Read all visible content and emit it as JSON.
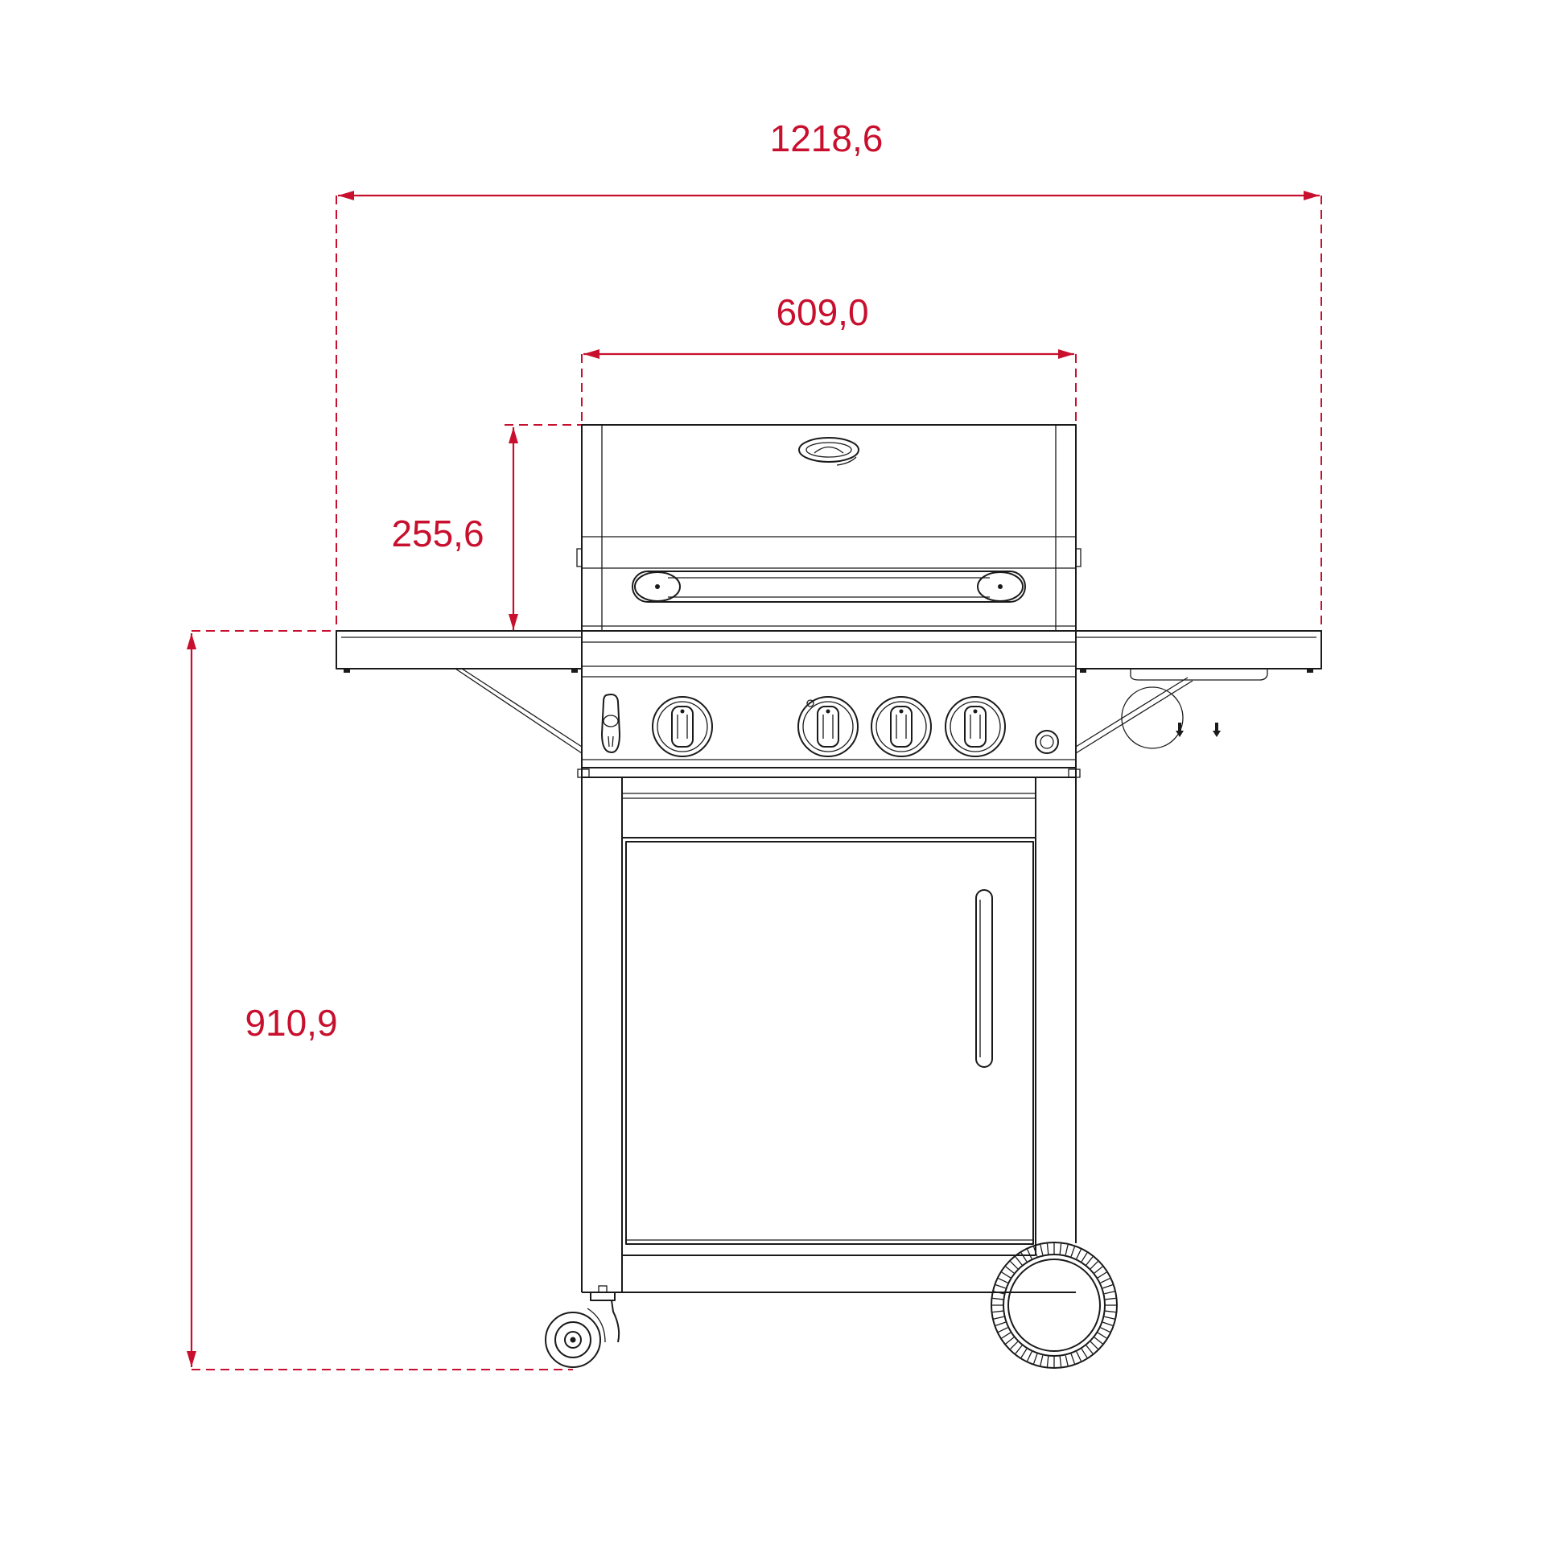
{
  "dimensions": {
    "overall_width": "1218,6",
    "body_width": "609,0",
    "lid_height": "255,6",
    "worktop_height": "910,9"
  },
  "colors": {
    "dimension": "#c8102e",
    "outline": "#1a1a1a"
  }
}
